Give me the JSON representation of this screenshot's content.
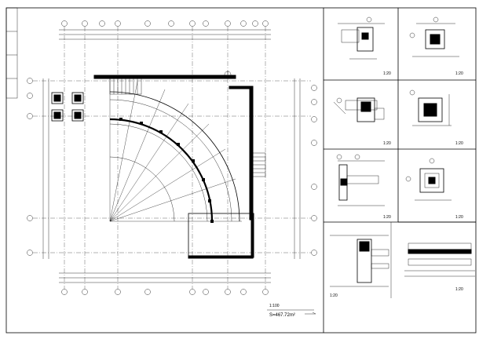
{
  "drawing": {
    "plan_scale": "1:100",
    "area_note": "S=467.72m²",
    "detail_scales": [
      "1:20",
      "1:20",
      "1:20",
      "1:20",
      "1:20",
      "1:20",
      "1:20",
      "1:20"
    ]
  }
}
